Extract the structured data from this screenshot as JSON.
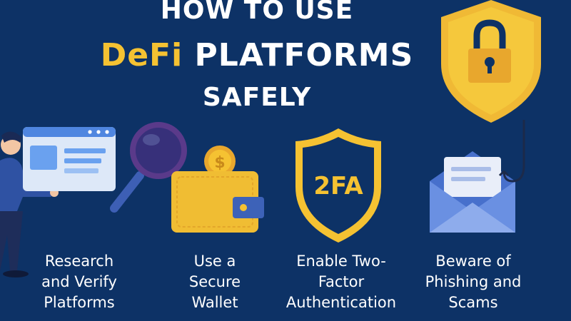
{
  "title": {
    "line1": "HOW TO USE",
    "highlight": "DeFi",
    "line2_rest": "PLATFORMS",
    "line3": "SAFELY"
  },
  "colors": {
    "background": "#0d3266",
    "accent": "#f5c232",
    "text": "#ffffff"
  },
  "badge_text": "2FA",
  "coin_symbol": "$",
  "steps": [
    {
      "icon": "browser-magnifier-icon",
      "lines": [
        "Research",
        "and Verify",
        "Platforms"
      ]
    },
    {
      "icon": "wallet-icon",
      "lines": [
        "Use a",
        "Secure",
        "Wallet"
      ]
    },
    {
      "icon": "shield-2fa-icon",
      "lines": [
        "Enable Two-",
        "Factor",
        "Authentication"
      ]
    },
    {
      "icon": "phishing-envelope-icon",
      "lines": [
        "Beware of",
        "Phishing and",
        "Scams"
      ]
    }
  ]
}
